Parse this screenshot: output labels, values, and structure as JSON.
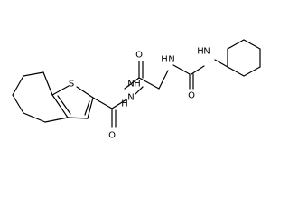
{
  "molecule": {
    "atoms": {
      "sulfur": "S",
      "nh_hydrazide_1": "H",
      "n_hydrazide_1": "N",
      "n_hydrazide_2": "N",
      "nh_hydrazide_2": "H",
      "o_amide_1": "O",
      "o_amide_2": "O",
      "n_urea_1": "N",
      "nh_urea_1": "H",
      "n_urea_2": "N",
      "nh_urea_2": "H",
      "o_urea": "O"
    }
  }
}
